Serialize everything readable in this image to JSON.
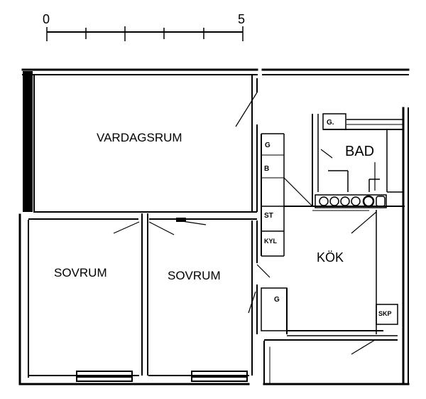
{
  "scale": {
    "start_label": "0",
    "end_label": "5"
  },
  "rooms": {
    "living": "VARDAGSRUM",
    "bath": "BAD",
    "kitchen": "KÖK",
    "bedroom1": "SOVRUM",
    "bedroom2": "SOVRUM"
  },
  "fixtures": {
    "bath_g": "G.",
    "hall_g": "G",
    "hall_b": "B",
    "stove": "ST",
    "fridge": "KYL",
    "kitchen_g": "G",
    "closet": "SKP"
  }
}
